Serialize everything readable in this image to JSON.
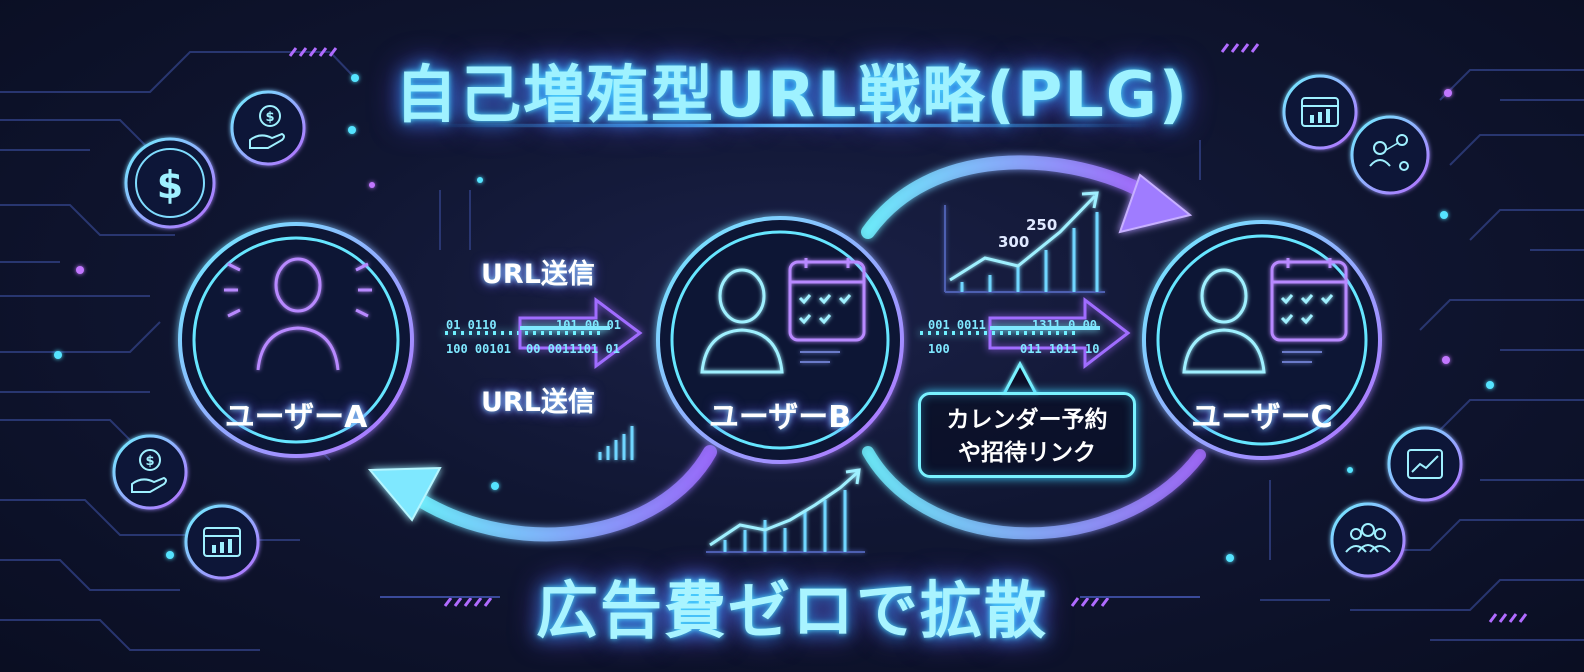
{
  "title": "自己増殖型URL戦略(PLG)",
  "bottom_text": "広告費ゼロで拡散",
  "users": {
    "a": "ユーザーA",
    "b": "ユーザーB",
    "c": "ユーザーC"
  },
  "send_labels": {
    "top": "URL送信",
    "bottom": "URL送信"
  },
  "callout": {
    "line1": "カレンダー予約",
    "line2": "や招待リンク"
  },
  "growth_chart": {
    "label_300": "300",
    "label_250": "250"
  },
  "binary": {
    "a_top": "01 0110",
    "a_top2": "101 00 01",
    "a_bot": "100 00101",
    "a_bot2": "00 0011101 01",
    "b_top": "001 0011",
    "b_top2": "1311 0 00",
    "b_bot": "100",
    "b_bot2": "011 1011 10"
  },
  "icons": [
    "money-coin-icon",
    "money-hand-icon",
    "calendar-chart-icon",
    "user-network-icon",
    "growth-chart-icon",
    "group-icon",
    "person-icon",
    "calendar-check-icon"
  ],
  "colors": {
    "cyan": "#5fe6ff",
    "violet": "#b06bff",
    "background": "#0b1024"
  }
}
